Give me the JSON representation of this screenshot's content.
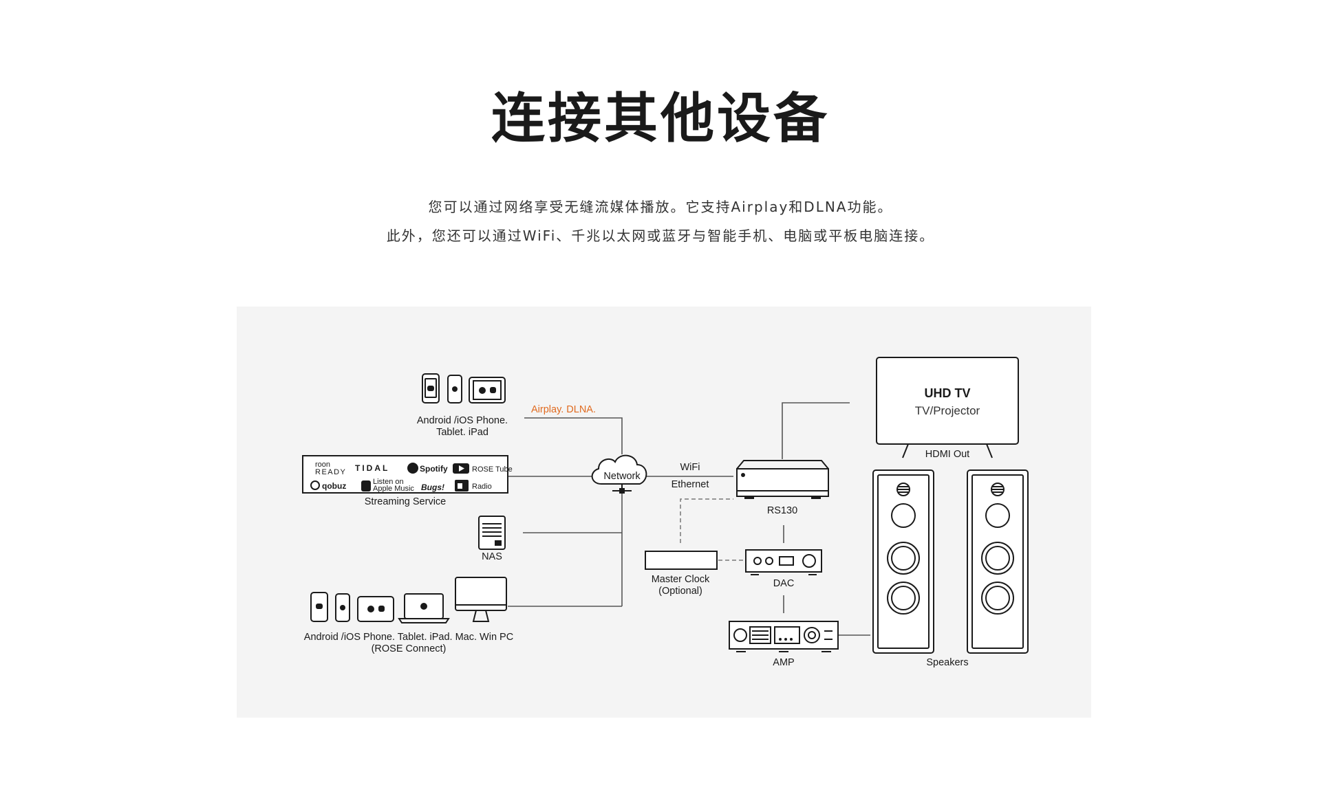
{
  "header": {
    "title": "连接其他设备",
    "intro_line1": "您可以通过网络享受无缝流媒体播放。它支持Airplay和DLNA功能。",
    "intro_line2": "此外，您还可以通过WiFi、千兆以太网或蓝牙与智能手机、电脑或平板电脑连接。"
  },
  "diagram": {
    "mobile_label_1": "Android /iOS Phone.",
    "mobile_label_2": "Tablet. iPad",
    "protocol_label": "Airplay. DLNA.",
    "streaming_label": "Streaming Service",
    "services": {
      "roon": "roon",
      "roon_ready": "READY",
      "tidal": "TIDAL",
      "spotify": "Spotify",
      "rose_tube": "ROSE Tube",
      "qobuz": "qobuz",
      "apple_small": "Listen on",
      "apple_music": "Apple Music",
      "bugs": "Bugs!",
      "radio": "Radio"
    },
    "nas_label": "NAS",
    "connect_label_1": "Android /iOS Phone. Tablet. iPad. Mac. Win PC",
    "connect_label_2": "(ROSE Connect)",
    "network_label": "Network",
    "wifi_label": "WiFi",
    "ethernet_label": "Ethernet",
    "rs130_label": "RS130",
    "master_clock_label_1": "Master Clock",
    "master_clock_label_2": "(Optional)",
    "dac_label": "DAC",
    "amp_label": "AMP",
    "tv_title": "UHD TV",
    "tv_subtitle": "TV/Projector",
    "hdmi_label": "HDMI Out",
    "speakers_label": "Speakers",
    "colors": {
      "accent_orange": "#e06a1f",
      "panel_bg": "#f4f4f4",
      "line": "#555555"
    }
  }
}
